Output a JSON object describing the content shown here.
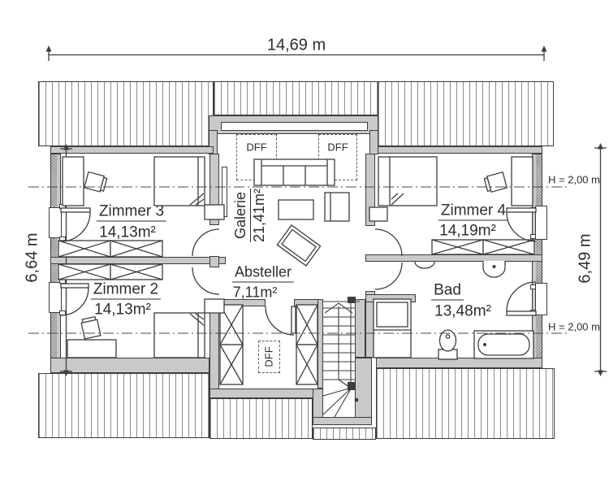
{
  "plan": {
    "dimensions": {
      "top": "14,69 m",
      "left": "6,64 m",
      "right": "6,49 m"
    },
    "height_markers": {
      "upper": "H = 2,00 m",
      "lower": "H = 2,00 m"
    },
    "rooms": [
      {
        "name": "Zimmer 3",
        "area": "14,13m²"
      },
      {
        "name": "Zimmer 2",
        "area": "14,13m²"
      },
      {
        "name": "Galerie",
        "area": "21,41m²"
      },
      {
        "name": "Absteller",
        "area": "7,11m²"
      },
      {
        "name": "Zimmer 4",
        "area": "14,19m²"
      },
      {
        "name": "Bad",
        "area": "13,48m²"
      }
    ],
    "roof_windows": {
      "galerie_left": "DFF",
      "galerie_right": "DFF",
      "absteller": "DFF"
    },
    "colors": {
      "wall_fill": "#c9c9c9",
      "outline": "#3d3d3d",
      "roof_hatch": "#8c8c8c",
      "background": "#ffffff"
    }
  }
}
